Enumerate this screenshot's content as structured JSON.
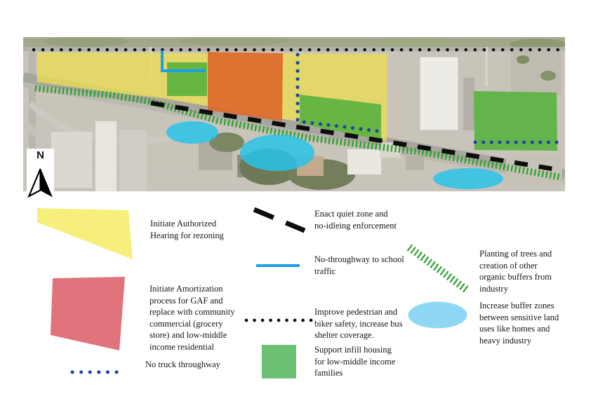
{
  "map": {
    "north_label": "N",
    "overlays": [
      {
        "name": "rezoning-zone",
        "symbol": "yellow-area",
        "color": "#e8dc55"
      },
      {
        "name": "gaf-amortization-site",
        "symbol": "orange-area",
        "color": "#dd6a2c"
      },
      {
        "name": "infill-housing-zones",
        "symbol": "green-areas",
        "color": "#55b23e"
      },
      {
        "name": "buffer-zone-ellipses",
        "symbol": "cyan-ellipses",
        "color": "#29c3e9"
      },
      {
        "name": "pedestrian-biker-safety-route",
        "symbol": "black-dotted-line",
        "color": "#0d0d0d"
      },
      {
        "name": "quiet-zone-no-idling-route",
        "symbol": "black-dashed-line",
        "color": "#0d0d0d"
      },
      {
        "name": "no-truck-throughway-border",
        "symbol": "navy-dotted-line",
        "color": "#23419e"
      },
      {
        "name": "school-no-throughway",
        "symbol": "blue-solid-line",
        "color": "#1b9fe8"
      },
      {
        "name": "tree-planting-buffer",
        "symbol": "green-hatched-line",
        "color": "#2ea12e"
      }
    ]
  },
  "legend": {
    "items": [
      {
        "symbol": "yellow-zone-swatch",
        "label": "Initiate Authorized\nHearing for rezoning"
      },
      {
        "symbol": "red-zone-swatch",
        "label": "Initiate Amortization\nprocess for GAF and\nreplace with community\ncommercial (grocery\nstore) and low-middle\nincome residential"
      },
      {
        "symbol": "navy-dotted-line",
        "label": "No truck throughway"
      },
      {
        "symbol": "black-dashed-line",
        "label": "Enact quiet zone and\nno-idleing enforcement"
      },
      {
        "symbol": "blue-solid-line",
        "label": "No-throughway to school\ntraffic"
      },
      {
        "symbol": "black-dotted-line",
        "label": "Improve pedestrian and\nbiker safety, increase bus\nshelter coverage."
      },
      {
        "symbol": "green-square-swatch",
        "label": "Support infill housing\nfor low-middle income\nfamilies"
      },
      {
        "symbol": "green-hatched-line",
        "label": "Planting of trees and\ncreation of other\norganic buffers from\nindustry"
      },
      {
        "symbol": "blue-ellipse-swatch",
        "label": "Increase buffer zones\nbetween sensitive land\nuses like homes and\nheavy industry"
      }
    ]
  },
  "colors": {
    "map_yellow": "#e8dc55",
    "legend_yellow": "#f6ef7c",
    "map_orange": "#dd6a2c",
    "legend_red": "#e0737b",
    "map_green": "#55b23e",
    "legend_green": "#6cc073",
    "map_cyan": "#29c3e9",
    "legend_cyan": "#8fd8f3",
    "blue_line": "#1b9fe8",
    "navy_dots": "#23419e",
    "hatch_green": "#2ea12e",
    "line_black": "#0d0d0d"
  }
}
